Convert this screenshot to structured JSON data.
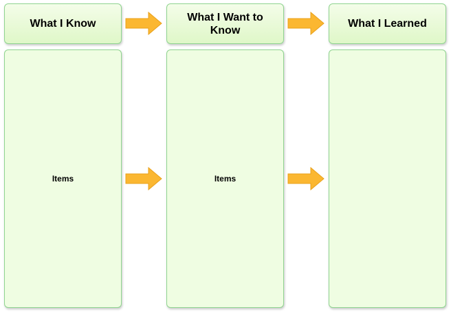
{
  "columns": [
    {
      "header": "What I Know",
      "body": "Items"
    },
    {
      "header": "What I Want to Know",
      "body": "Items"
    },
    {
      "header": "What I Learned",
      "body": ""
    }
  ],
  "colors": {
    "box_border": "#8fd48f",
    "box_fill": "#effde2",
    "arrow": "#fbb731"
  }
}
